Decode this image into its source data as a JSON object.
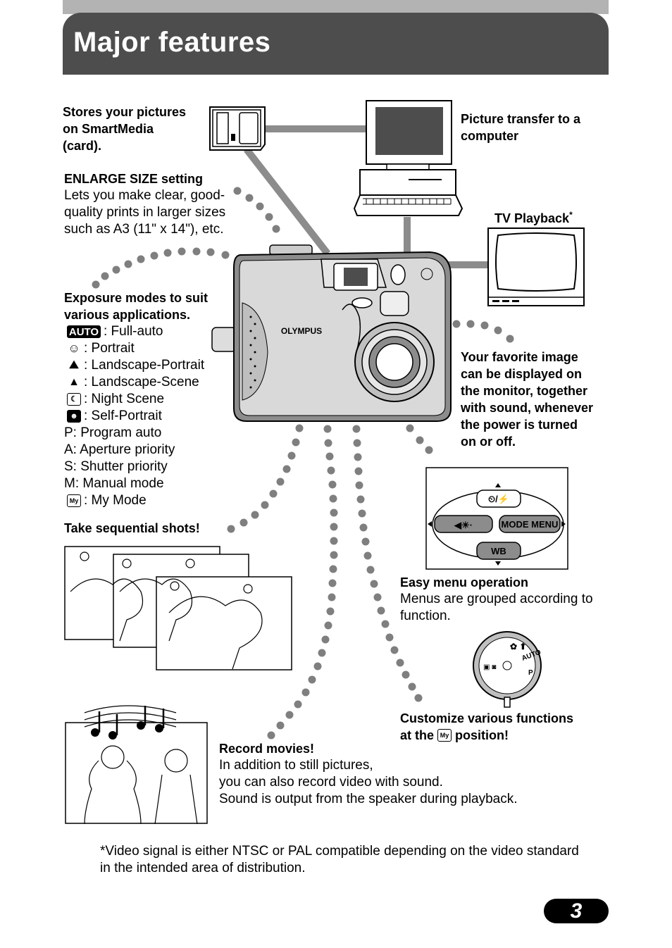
{
  "header": {
    "title": "Major features"
  },
  "features": {
    "smartmedia": [
      "Stores your pictures",
      "on SmartMedia",
      "(card)."
    ],
    "enlarge": {
      "title": "ENLARGE SIZE setting",
      "lines": [
        "Lets you make clear, good-",
        "quality prints in larger sizes",
        "such as A3 (11\" x 14\"), etc."
      ]
    },
    "transfer": [
      "Picture transfer to a",
      "computer"
    ],
    "tv": {
      "label": "TV Playback",
      "mark": "*"
    },
    "exposure": {
      "title_lines": [
        "Exposure modes to suit",
        "various applications."
      ],
      "modes": [
        {
          "icon": "AUTO",
          "label": ": Full-auto"
        },
        {
          "icon": "portrait-icon",
          "label": ": Portrait"
        },
        {
          "icon": "landscape-portrait-icon",
          "label": ": Landscape-Portrait"
        },
        {
          "icon": "landscape-scene-icon",
          "label": ": Landscape-Scene"
        },
        {
          "icon": "night-scene-icon",
          "label": ": Night Scene"
        },
        {
          "icon": "self-portrait-icon",
          "label": ": Self-Portrait"
        }
      ],
      "letter_modes": [
        "P: Program auto",
        "A: Aperture priority",
        "S: Shutter priority",
        "M: Manual mode"
      ],
      "mymode": ": My Mode"
    },
    "favorite": [
      "Your favorite image",
      "can be displayed on",
      "the monitor, together",
      "with sound, whenever",
      "the power is turned",
      "on or off."
    ],
    "sequential": "Take sequential shots!",
    "easy_menu": {
      "title": "Easy menu operation",
      "lines": [
        "Menus are grouped according to",
        "function."
      ]
    },
    "customize": {
      "line1": "Customize various functions",
      "line2_pre": "at the",
      "line2_post": "position!"
    },
    "movies": {
      "title": "Record movies!",
      "lines": [
        "In addition to still pictures,",
        "you can also record video with sound.",
        "Sound is output from the speaker during playback."
      ]
    }
  },
  "camera": {
    "brand": "OLYMPUS"
  },
  "menu_diagram": {
    "mode_menu": "MODE MENU",
    "wb": "WB",
    "dial_auto": "AUTO",
    "dial_p": "P"
  },
  "footnote": [
    "*Video signal is either NTSC or PAL compatible depending on the video standard",
    "in the intended area of distribution."
  ],
  "page_number": "3",
  "colors": {
    "header_bg": "#4d4d4d",
    "header_top": "#b3b3b3",
    "dots": "#7f7f7f"
  }
}
